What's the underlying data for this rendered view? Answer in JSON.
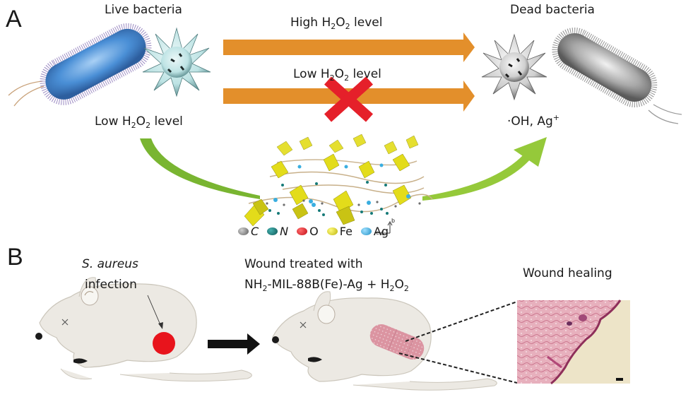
{
  "panels": {
    "a": {
      "letter": "A",
      "live_label": "Live bacteria",
      "dead_label": "Dead bacteria",
      "high_arrow": {
        "pre": "High H",
        "s1": "2",
        "mid": "O",
        "s2": "2",
        "post": " level"
      },
      "low_arrow": {
        "pre": "Low H",
        "s1": "2",
        "mid": "O",
        "s2": "2",
        "post": " level"
      },
      "low_left": {
        "pre": "Low H",
        "s1": "2",
        "mid": "O",
        "s2": "2",
        "post": " level"
      },
      "products": {
        "main": "·OH, Ag",
        "sup": "+"
      },
      "legend": [
        {
          "label": "C",
          "italic": true,
          "color": "#6e6e6e"
        },
        {
          "label": "N",
          "italic": true,
          "color": "#167a78"
        },
        {
          "label": "O",
          "italic": false,
          "color": "#e0141e"
        },
        {
          "label": "Fe",
          "italic": false,
          "color": "#e3dc1a"
        },
        {
          "label": "Ag",
          "italic": false,
          "color": "#3aaee0"
        }
      ],
      "axis_labels": {
        "b": "b",
        "c": "c"
      }
    },
    "b": {
      "letter": "B",
      "infection_species": "S. aureus",
      "infection_word": "infection",
      "treated_line1": "Wound treated with",
      "treated_line2": {
        "p1": "NH",
        "s1": "2",
        "p2": "-MIL-88B(Fe)-Ag + H",
        "s2": "2",
        "p3": "O",
        "s3": "2"
      },
      "healing_label": "Wound healing"
    }
  },
  "colors": {
    "orange_arrow": "#e38f2b",
    "green_arrow": "#79b531",
    "green_arrow_light": "#95c93a",
    "cross": "#e5202a",
    "live_bacteria": "#4a8fd6",
    "dead_bacteria": "#9a9a9a",
    "infection_spot": "#e8141c",
    "mouse_body": "#ece9e3",
    "bandage": "#d98a9a",
    "tissue": "#e3a6b4",
    "tissue_bg": "#ede4c8"
  }
}
